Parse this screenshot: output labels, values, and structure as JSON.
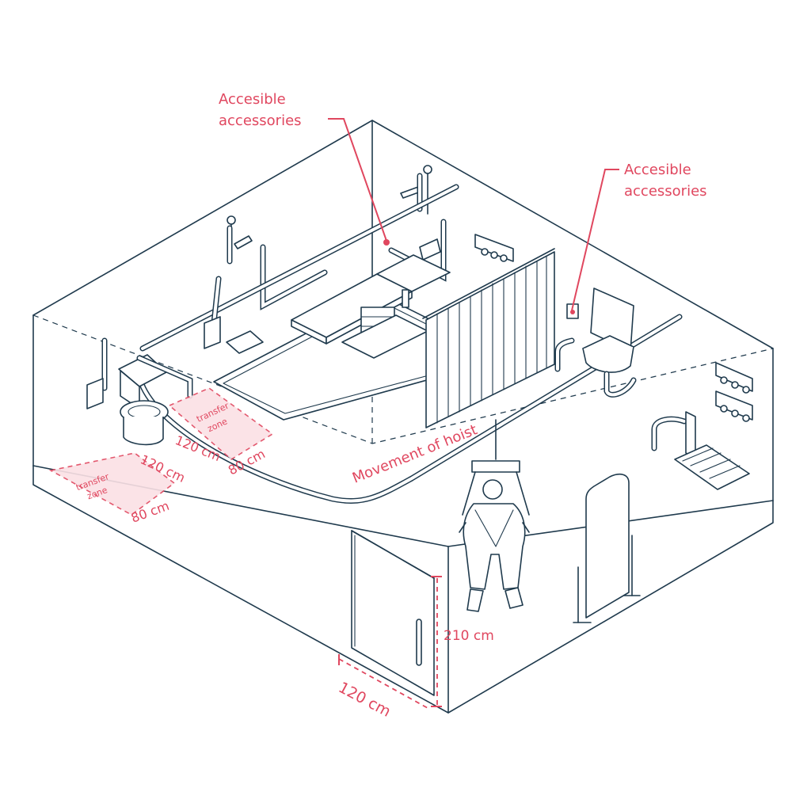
{
  "colors": {
    "ink": "#1f3a4d",
    "accent": "#e0475f",
    "zone_fill": "#fbe1e5"
  },
  "labels": {
    "accessories_1_line1": "Accesible",
    "accessories_1_line2": "accessories",
    "accessories_2_line1": "Accesible",
    "accessories_2_line2": "accessories",
    "hoist_movement": "Movement of hoist",
    "zone_left": {
      "line1": "transfer",
      "line2": "zone",
      "width": "120 cm",
      "depth": "80 cm"
    },
    "zone_mid": {
      "line1": "transfer",
      "line2": "zone",
      "width": "120 cm",
      "depth": "80 cm"
    },
    "door_height": "210 cm",
    "door_width": "120 cm"
  }
}
